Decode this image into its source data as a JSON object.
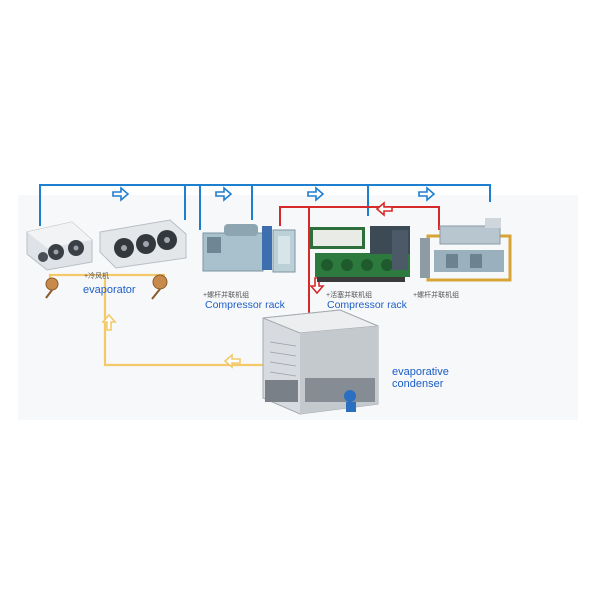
{
  "labels": {
    "evaporator": "evaporator",
    "compressor_rack_1": "Compressor rack",
    "compressor_rack_2": "Compressor rack",
    "condenser_line1": "evaporative",
    "condenser_line2": "condenser",
    "cn_fan_unit": "+冷风机",
    "cn_screw_rack_1": "+螺杆并联机组",
    "cn_piston_rack": "+活塞并联机组",
    "cn_screw_rack_2": "+螺杆并联机组"
  },
  "colors": {
    "blue_line": "#1e7fd0",
    "red_line": "#d62a2a",
    "yellow_line": "#f3c96a",
    "label_blue": "#1e5fc8"
  }
}
